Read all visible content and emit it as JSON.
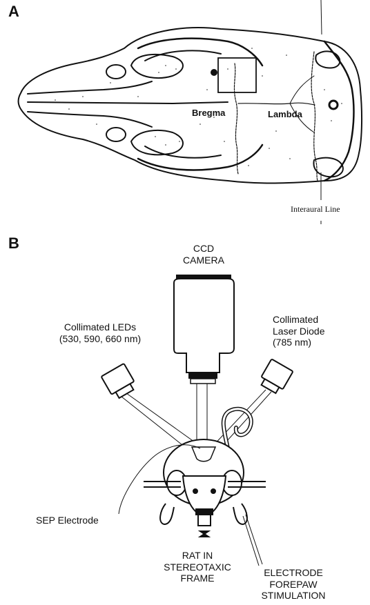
{
  "panel_a": {
    "letter": "A",
    "labels": {
      "bregma": "Bregma",
      "lambda": "Lambda",
      "interaural": "Interaural Line"
    }
  },
  "panel_b": {
    "letter": "B",
    "labels": {
      "camera": [
        "CCD",
        "CAMERA"
      ],
      "leds": [
        "Collimated LEDs",
        "(530, 590, 660 nm)"
      ],
      "laser": [
        "Collimated",
        "Laser Diode",
        "(785 nm)"
      ],
      "sep": "SEP Electrode",
      "rat": [
        "RAT IN",
        "STEREOTAXIC",
        "FRAME"
      ],
      "stim": [
        "ELECTRODE",
        "FOREPAW",
        "STIMULATION"
      ]
    }
  }
}
